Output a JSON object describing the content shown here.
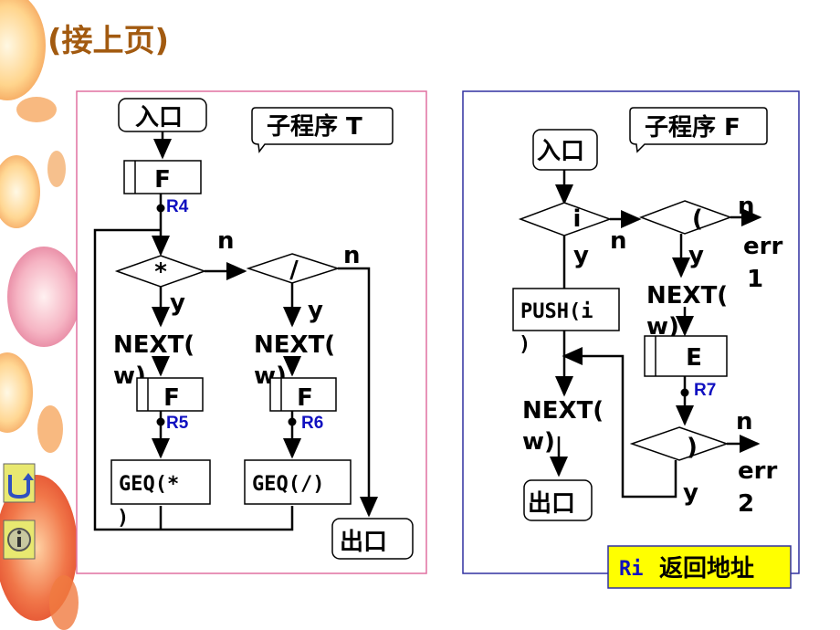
{
  "page_title": "(接上页)",
  "panel_t": {
    "callout": "子程序 T",
    "entry": "入口",
    "call_f_top": "F",
    "r4": "R4",
    "star": "*",
    "slash": "/",
    "n1": "n",
    "n2": "n",
    "y1": "y",
    "y2": "y",
    "next1_a": "NEXT(",
    "next1_b": "w)",
    "next2_a": "NEXT(",
    "next2_b": "w)",
    "call_f_mid1": "F",
    "call_f_mid2": "F",
    "r5": "R5",
    "r6": "R6",
    "geq1_a": "GEQ(*",
    "geq1_b": ")",
    "geq2": "GEQ(/)",
    "exit": "出口"
  },
  "panel_f": {
    "callout": "子程序 F",
    "entry": "入口",
    "i": "i",
    "lparen": "(",
    "rparen": ")",
    "n_i": "n",
    "n_lp": "n",
    "n_rp": "n",
    "y_i": "y",
    "y_lp": "y",
    "y_rp": "y",
    "err1_a": "err",
    "err1_b": "1",
    "err2_a": "err",
    "err2_b": "2",
    "push_a": "PUSH(i",
    "push_b": ")",
    "next_e_a": "NEXT(",
    "next_e_b": "w)",
    "call_e": "E",
    "r7": "R7",
    "next_out_a": "NEXT(",
    "next_out_b": "w)",
    "exit": "出口"
  },
  "legend": {
    "ri": "Ri",
    "text": "返回地址"
  },
  "nav": {
    "return_icon": "return-icon",
    "info_icon": "info-icon"
  },
  "colors": {
    "title": "#a25a10",
    "label_blue": "#1010c0",
    "panel_t_border": "#e070a0",
    "panel_f_border": "#3030a0",
    "nav_bg": "#e8e870",
    "decor_orange": "#f08040"
  }
}
